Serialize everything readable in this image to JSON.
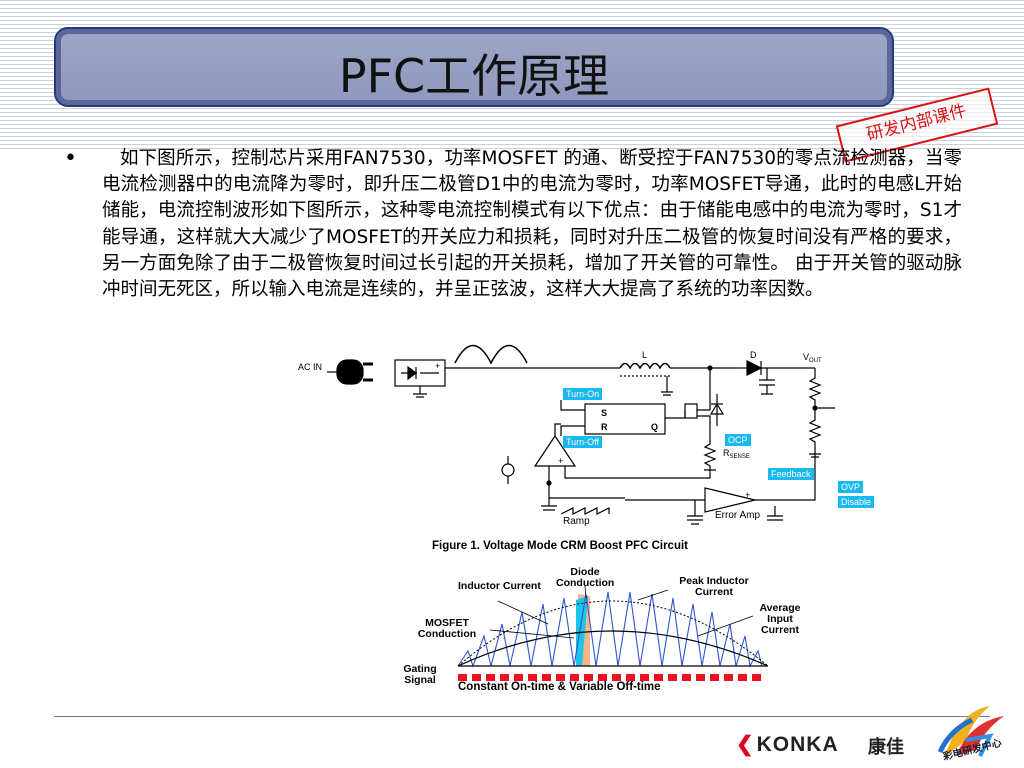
{
  "slide": {
    "title": "PFC工作原理",
    "stamp": "研发内部课件",
    "bullet": "•",
    "paragraph": "如下图所示，控制芯片采用FAN7530，功率MOSFET 的通、断受控于FAN7530的零点流检测器，当零电流检测器中的电流降为零时，即升压二极管D1中的电流为零时，功率MOSFET导通，此时的电感L开始储能，电流控制波形如下图所示，这种零电流控制模式有以下优点：由于储能电感中的电流为零时，S1才能导通，这样就大大减少了MOSFET的开关应力和损耗，同时对升压二极管的恢复时间没有严格的要求，另一方面免除了由于二极管恢复时间过长引起的开关损耗，增加了开关管的可靠性。 由于开关管的驱动脉冲时间无死区，所以输入电流是连续的，并呈正弦波，这样大大提高了系统的功率因数。"
  },
  "circuit": {
    "ac_in": "AC IN",
    "plus": "+",
    "inductor": "L",
    "diode": "D",
    "vout": "V",
    "vout_sub": "OUT",
    "set": "S",
    "reset": "R",
    "q": "Q",
    "rsense": "R",
    "rsense_sub": "SENSE",
    "ramp": "Ramp",
    "error_amp": "Error Amp",
    "tag_turn_on": "Turn-On",
    "tag_turn_off": "Turn-Off",
    "tag_ocp": "OCP",
    "tag_feedback": "Feedback",
    "tag_ovp": "OVP",
    "tag_disable": "Disable",
    "caption": "Figure 1. Voltage Mode CRM Boost PFC Circuit"
  },
  "waveform": {
    "inductor_current": "Inductor Current",
    "diode_conduction": "Diode Conduction",
    "peak_inductor_current": "Peak Inductor Current",
    "mosfet_conduction": "MOSFET Conduction",
    "average_input_current": "Average Input Current",
    "gating_signal": "Gating Signal",
    "caption": "Constant On-time & Variable Off-time",
    "colors": {
      "triangle": "#2f55d4",
      "mosfet": "#19c6e8",
      "diode": "#f2b58c",
      "gating": "#ee1122"
    }
  },
  "footer": {
    "brand": "KONKA",
    "brand_cn": "康佳",
    "corner_text": "彩电研发中心"
  }
}
